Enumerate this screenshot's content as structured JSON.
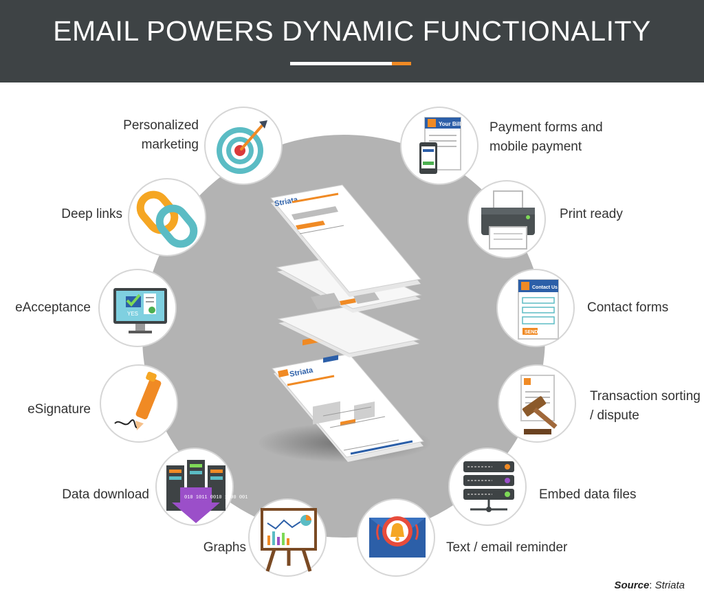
{
  "header": {
    "title": "EMAIL POWERS DYNAMIC FUNCTIONALITY"
  },
  "colors": {
    "header_bg": "#3e4345",
    "accent": "#f08a24",
    "circle": "#b3b3b3",
    "teal": "#5bbcc4"
  },
  "features_left": [
    {
      "label": "Personalized marketing",
      "icon": "target-icon"
    },
    {
      "label": "Deep links",
      "icon": "chain-link-icon"
    },
    {
      "label": "eAcceptance",
      "icon": "monitor-checklist-icon"
    },
    {
      "label": "eSignature",
      "icon": "pen-icon"
    },
    {
      "label": "Data download",
      "icon": "server-download-icon"
    },
    {
      "label": "Graphs",
      "icon": "easel-chart-icon"
    }
  ],
  "features_right": [
    {
      "label": "Payment forms and mobile payment",
      "icon": "bill-phone-icon"
    },
    {
      "label": "Print ready",
      "icon": "printer-icon"
    },
    {
      "label": "Contact forms",
      "icon": "contact-form-icon"
    },
    {
      "label": "Transaction sorting / dispute",
      "icon": "gavel-document-icon"
    },
    {
      "label": "Embed data files",
      "icon": "server-rack-icon"
    },
    {
      "label": "Text / email reminder",
      "icon": "envelope-bell-icon"
    }
  ],
  "icon_text": {
    "your_bill": "Your Bill",
    "contact_us": "Contact Us",
    "send": "SEND",
    "yes": "YES",
    "binary": "010 1011 0010 1100 001"
  },
  "center": {
    "brand": "Striata"
  },
  "source": {
    "label": "Source",
    "value": "Striata"
  }
}
